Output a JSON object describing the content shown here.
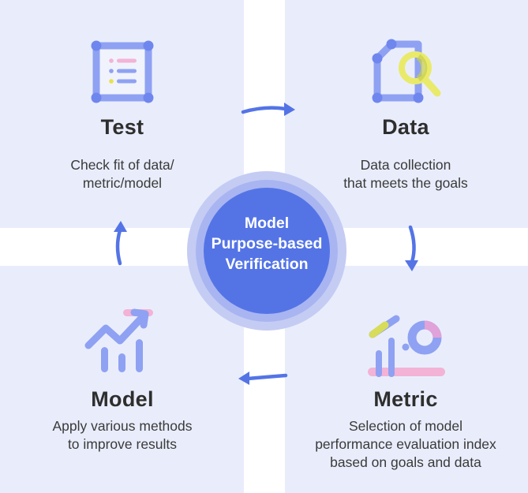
{
  "center": {
    "label": "Model\nPurpose-based\nVerification"
  },
  "steps": {
    "test": {
      "title": "Test",
      "desc": "Check fit of data/\nmetric/model"
    },
    "data": {
      "title": "Data",
      "desc": "Data collection\nthat meets the goals"
    },
    "metric": {
      "title": "Metric",
      "desc": "Selection of model\nperformance evaluation index\nbased on goals and data"
    },
    "model": {
      "title": "Model",
      "desc": "Apply various methods\nto improve results"
    }
  },
  "icons": {
    "test": "checklist-icon",
    "data": "document-search-icon",
    "metric": "chart-metrics-icon",
    "model": "growth-chart-icon"
  },
  "colors": {
    "quadrant_bg": "#e9edfb",
    "accent_blue": "#5474e6",
    "icon_blue": "#8fa1f2",
    "icon_pink": "#f3b3d6",
    "icon_yellow": "#e9ea6a",
    "center_ring": "#c4ccf4"
  }
}
